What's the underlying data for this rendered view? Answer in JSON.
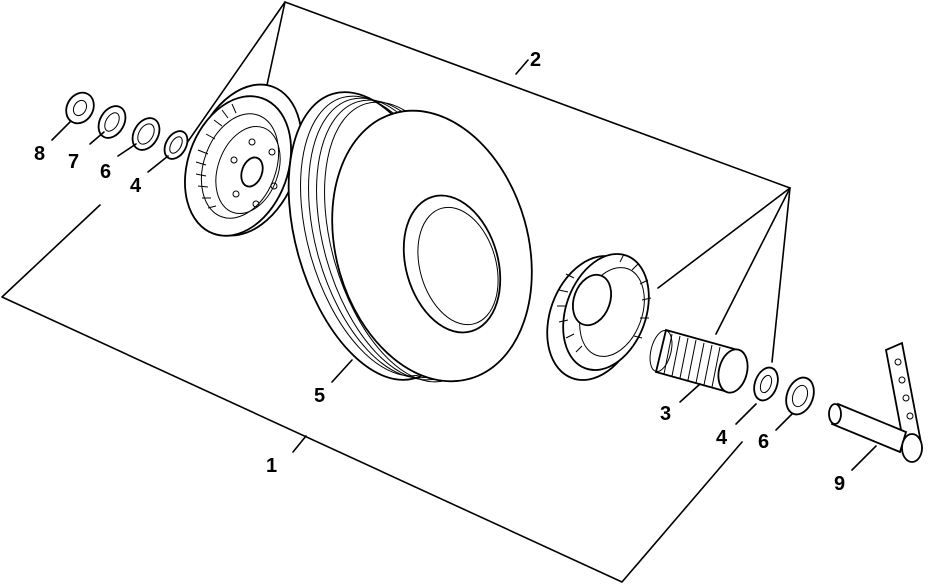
{
  "callouts": [
    {
      "id": "c1",
      "label": "1"
    },
    {
      "id": "c2",
      "label": "2"
    },
    {
      "id": "c3",
      "label": "3"
    },
    {
      "id": "c4a",
      "label": "4"
    },
    {
      "id": "c4b",
      "label": "4"
    },
    {
      "id": "c5",
      "label": "5"
    },
    {
      "id": "c6a",
      "label": "6"
    },
    {
      "id": "c6b",
      "label": "6"
    },
    {
      "id": "c7",
      "label": "7"
    },
    {
      "id": "c8",
      "label": "8"
    },
    {
      "id": "c9",
      "label": "9"
    }
  ]
}
